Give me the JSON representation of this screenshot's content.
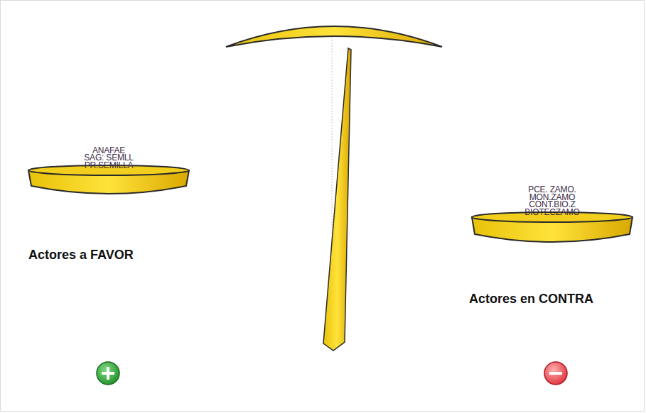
{
  "diagram": {
    "nodes": [
      {
        "text": [
          "ANAFAE",
          "SAG: SEMLL",
          "PR.SEMILLA"
        ]
      },
      {
        "text": [
          "PCE. ZAMO.",
          "MON.ZAMO",
          "CONT.BIO.Z",
          "BIOTECZAMO"
        ]
      }
    ],
    "labels": [
      "Actores a FAVOR",
      "Actores en CONTRA"
    ]
  }
}
